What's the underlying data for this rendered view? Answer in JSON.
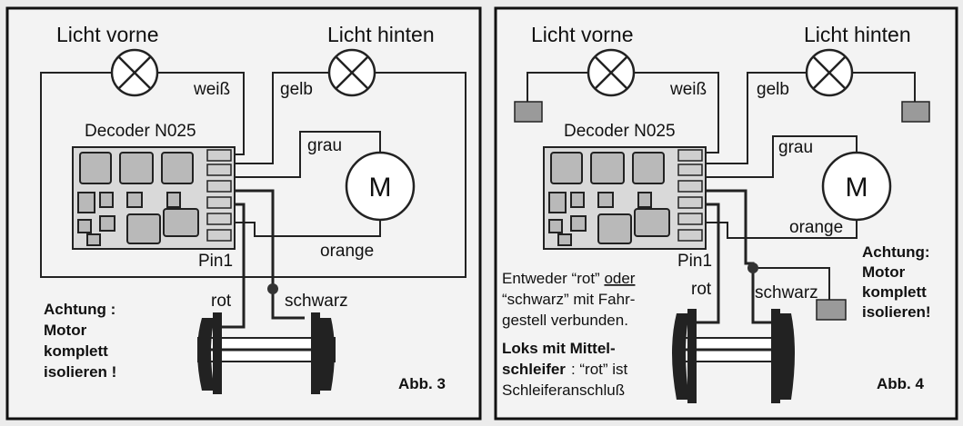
{
  "fig3": {
    "lamp_front": "Licht vorne",
    "lamp_rear": "Licht hinten",
    "wire_white": "weiß",
    "wire_yellow": "gelb",
    "decoder": "Decoder N025",
    "wire_grey": "grau",
    "motor": "M",
    "wire_orange": "orange",
    "pin1": "Pin1",
    "wire_red": "rot",
    "wire_black": "schwarz",
    "warning_l1": "Achtung :",
    "warning_l2": "Motor",
    "warning_l3": "komplett",
    "warning_l4": "isolieren !",
    "caption": "Abb. 3"
  },
  "fig4": {
    "lamp_front": "Licht vorne",
    "lamp_rear": "Licht hinten",
    "wire_white": "weiß",
    "wire_yellow": "gelb",
    "decoder": "Decoder N025",
    "wire_grey": "grau",
    "motor": "M",
    "wire_orange": "orange",
    "pin1": "Pin1",
    "wire_red": "rot",
    "wire_black": "schwarz",
    "note_l1a": "Entweder “rot”",
    "note_l1b": "oder",
    "note_l2": "“schwarz” mit Fahr-",
    "note_l3": "gestell verbunden.",
    "loks_l1": "Loks mit Mittel-",
    "loks_l2a": "schleifer",
    "loks_l2b": ": “rot” ist",
    "loks_l3": "Schleiferanschluß",
    "warning_l1": "Achtung:",
    "warning_l2": "Motor",
    "warning_l3": "komplett",
    "warning_l4": "isolieren!",
    "caption": "Abb. 4"
  }
}
